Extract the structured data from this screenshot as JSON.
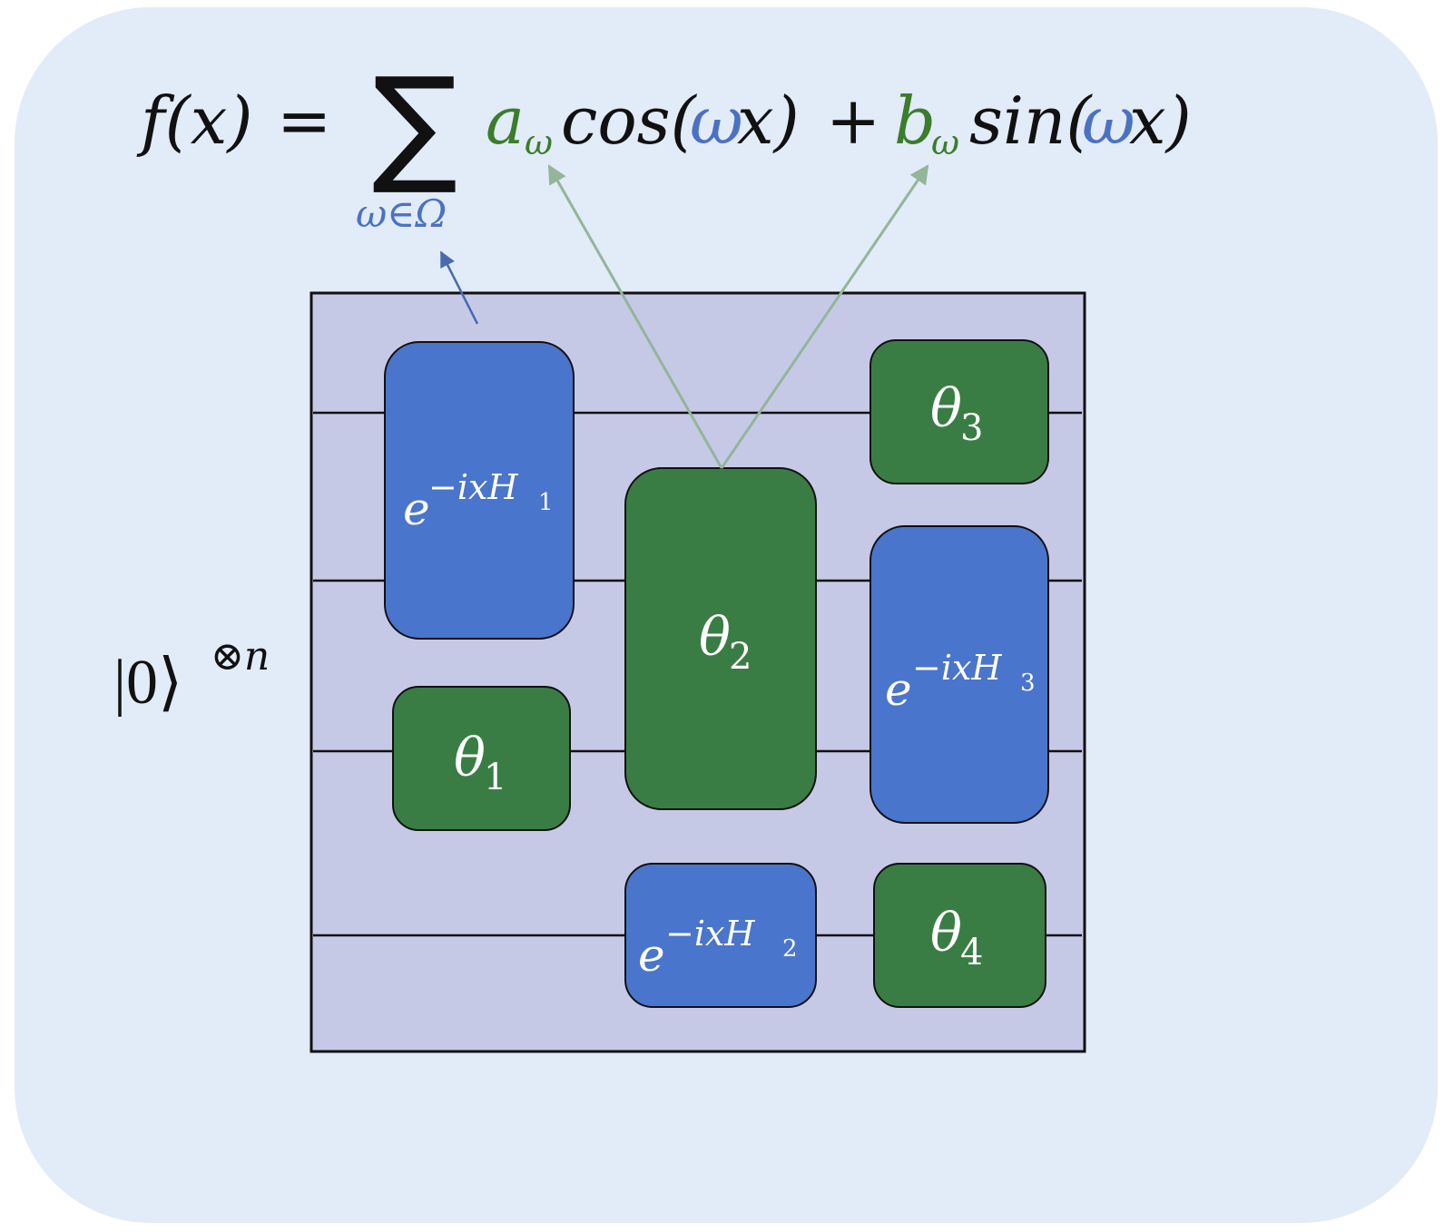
{
  "formula": {
    "lhs": "f(x)",
    "equals": "=",
    "sum_symbol": "∑",
    "sum_index": "ω∈Ω",
    "term1_coef": "a",
    "term1_coef_sub": "ω",
    "term1_fn": "cos(",
    "omega": "ω",
    "x_close": "x)",
    "plus": "+",
    "term2_coef": "b",
    "term2_coef_sub": "ω",
    "term2_fn": "sin("
  },
  "input_state": {
    "ket": "|0⟩",
    "tensor_power": "⊗n"
  },
  "gates": {
    "enc1": {
      "base": "e",
      "exp": "−ixH",
      "sub": "1"
    },
    "enc2": {
      "base": "e",
      "exp": "−ixH",
      "sub": "2"
    },
    "enc3": {
      "base": "e",
      "exp": "−ixH",
      "sub": "3"
    },
    "theta1": {
      "sym": "θ",
      "sub": "1"
    },
    "theta2": {
      "sym": "θ",
      "sub": "2"
    },
    "theta3": {
      "sym": "θ",
      "sub": "3"
    },
    "theta4": {
      "sym": "θ",
      "sub": "4"
    }
  },
  "colors": {
    "background": "#e2ebf8",
    "circuit_fill": "#c6c9e6",
    "encoding_gate": "#4a75cc",
    "trainable_gate": "#3a7d44",
    "formula_green": "#3a7d2b",
    "formula_blue": "#4a72c4",
    "arrow_green": "#93b59a",
    "arrow_blue": "#4a6ab0"
  }
}
